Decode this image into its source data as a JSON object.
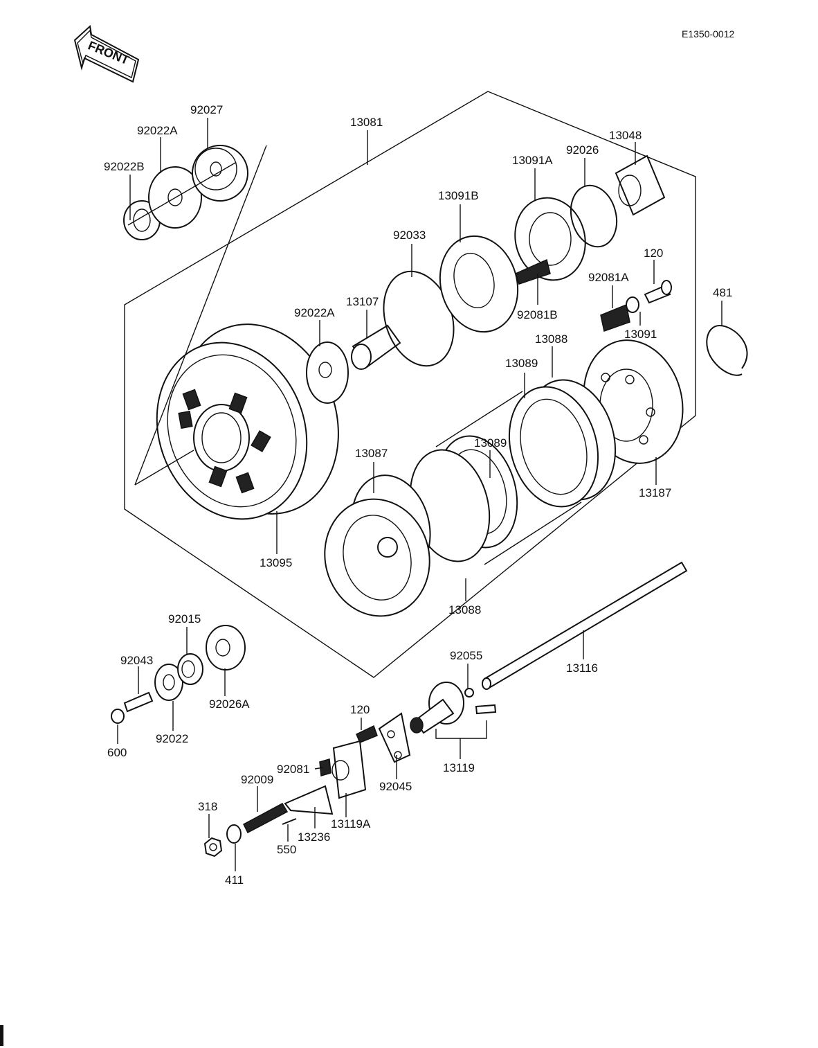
{
  "diagram": {
    "code": "E1350-0012",
    "front_label": "FRONT",
    "parts": {
      "p13081": "13081",
      "p92027": "92027",
      "p92022A_top": "92022A",
      "p92022B": "92022B",
      "p13048": "13048",
      "p92026": "92026",
      "p13091A": "13091A",
      "p13091B": "13091B",
      "p92033": "92033",
      "p120_top": "120",
      "p92081A": "92081A",
      "p92081B": "92081B",
      "p13091": "13091",
      "p481": "481",
      "p92022A_mid": "92022A",
      "p13107": "13107",
      "p13088_top": "13088",
      "p13089_top": "13089",
      "p13089_mid": "13089",
      "p13087": "13087",
      "p13187": "13187",
      "p13095": "13095",
      "p13088_bot": "13088",
      "p92015": "92015",
      "p92043": "92043",
      "p92026A": "92026A",
      "p92022": "92022",
      "p600": "600",
      "p92055": "92055",
      "p13116": "13116",
      "p120_bot": "120",
      "p92081": "92081",
      "p92009": "92009",
      "p92045": "92045",
      "p13119": "13119",
      "p318": "318",
      "p13236": "13236",
      "p13119A": "13119A",
      "p550": "550",
      "p411": "411"
    }
  }
}
